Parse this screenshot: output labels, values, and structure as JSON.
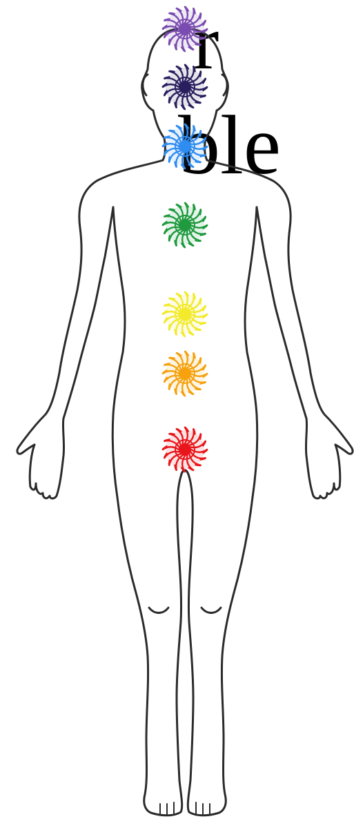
{
  "text_fragments": [
    {
      "id": "fragment-top",
      "text": "r"
    },
    {
      "id": "fragment-second",
      "text": "ble"
    }
  ],
  "figure": {
    "outline_color": "#2b2b2b",
    "chakras": [
      {
        "name": "chakra-crown",
        "color": "#7a4bb0"
      },
      {
        "name": "chakra-third-eye",
        "color": "#2a1f5e"
      },
      {
        "name": "chakra-throat",
        "color": "#2f8cf0"
      },
      {
        "name": "chakra-heart",
        "color": "#1f9a3e"
      },
      {
        "name": "chakra-solar-plexus",
        "color": "#f2ea2a"
      },
      {
        "name": "chakra-sacral",
        "color": "#f5a20e"
      },
      {
        "name": "chakra-root",
        "color": "#e8161b"
      }
    ]
  }
}
